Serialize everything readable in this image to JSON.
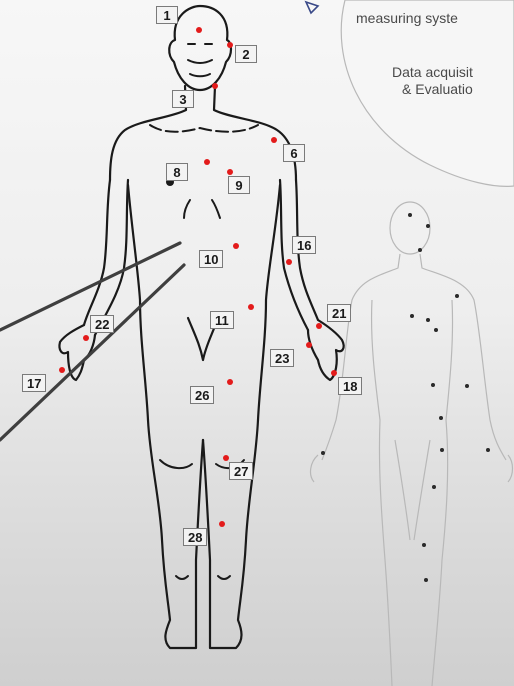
{
  "callout": {
    "line1": "measuring syste",
    "line2": "Data acquisit",
    "line3": "& Evaluatio"
  },
  "icons": {
    "arrow": "triangle-arrow-icon"
  },
  "colors": {
    "sensor": "#e31b1b",
    "outline": "#1a1a1a",
    "ghost_outline": "#b5b5b5",
    "label_border": "#7a7a7a"
  },
  "sensor_labels": [
    "1",
    "2",
    "3",
    "6",
    "8",
    "9",
    "16",
    "10",
    "11",
    "21",
    "22",
    "23",
    "17",
    "18",
    "26",
    "27",
    "28"
  ]
}
